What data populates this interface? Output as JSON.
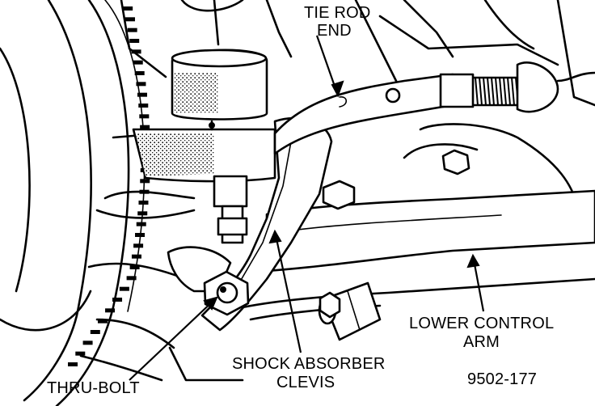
{
  "labels": {
    "tie_rod_end_1": "TIE ROD",
    "tie_rod_end_2": "END",
    "lower_control_arm_1": "LOWER CONTROL",
    "lower_control_arm_2": "ARM",
    "shock_absorber_1": "SHOCK ABSORBER",
    "shock_absorber_2": "CLEVIS",
    "thru_bolt": "THRU-BOLT",
    "figure_number": "9502-177"
  }
}
